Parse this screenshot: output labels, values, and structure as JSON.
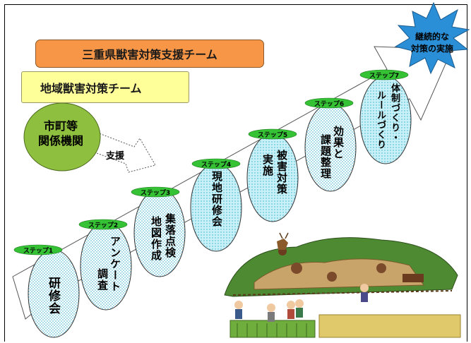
{
  "top_box": {
    "label": "三重県獣害対策支援チーム"
  },
  "regional_box": {
    "label": "地域獣害対策チーム"
  },
  "municipality": {
    "line1": "市町等",
    "line2": "関係機関"
  },
  "support_label": "支援",
  "goal_burst": {
    "line1": "継続的な",
    "line2": "対策の実施"
  },
  "steps": [
    {
      "tag": "ステップ1",
      "line1": "研",
      "line2": "修",
      "line3": "会",
      "text": "研修会"
    },
    {
      "tag": "ステップ2",
      "line1": "アンケート",
      "line2": "調査"
    },
    {
      "tag": "ステップ3",
      "line1": "集落点検",
      "line2": "地図作成"
    },
    {
      "tag": "ステップ4",
      "line1": "現地研修会"
    },
    {
      "tag": "ステップ5",
      "line1": "被害対策",
      "line2": "実施"
    },
    {
      "tag": "ステップ6",
      "line1": "効果と",
      "line2": "課題整理"
    },
    {
      "tag": "ステップ7",
      "line1": "体制づくり・",
      "line2": "ルールづくり"
    }
  ],
  "colors": {
    "orange_box": "#f79646",
    "yellow_box": "#ffff99",
    "circle_green": "#8fbf3f",
    "step_fill": "#b6ecf4",
    "burst_fill": "#2a8fd6",
    "tag_green": "#35c235"
  }
}
